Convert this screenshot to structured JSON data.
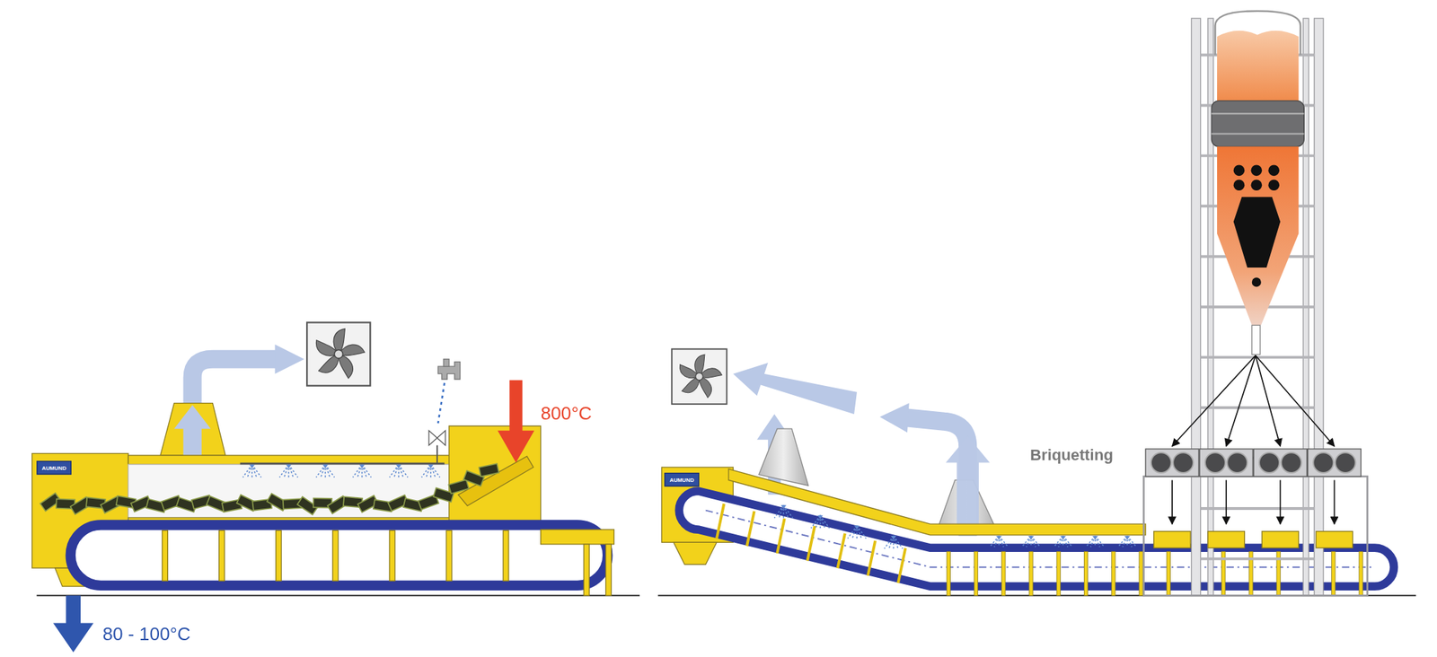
{
  "diagram": {
    "nodes": [
      {
        "text": [
          "AUMUND"
        ]
      },
      {
        "text": [
          "AUMUND"
        ]
      }
    ],
    "labels": [
      "800°C",
      "80 - 100°C",
      "Briquetting"
    ]
  }
}
